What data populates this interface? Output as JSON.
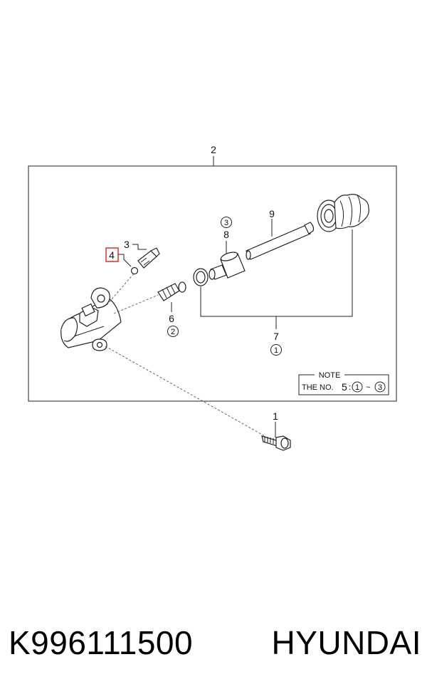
{
  "diagram": {
    "callouts": {
      "p1": "1",
      "p2": "2",
      "p3": "3",
      "p4": "4",
      "p6": "6",
      "p7": "7",
      "p8": "8",
      "p9": "9"
    },
    "circled_refs": {
      "c6": "2",
      "c7": "1",
      "c8": "3"
    },
    "highlighted_callout": "4",
    "highlight_color": "#e02020",
    "note": {
      "title": "NOTE",
      "prefix": "THE NO.",
      "number": "5",
      "colon": ":",
      "from": "1",
      "tilde": "~",
      "to": "3"
    }
  },
  "caption": {
    "part_number": "K996111500",
    "brand": "HYUNDAI"
  }
}
